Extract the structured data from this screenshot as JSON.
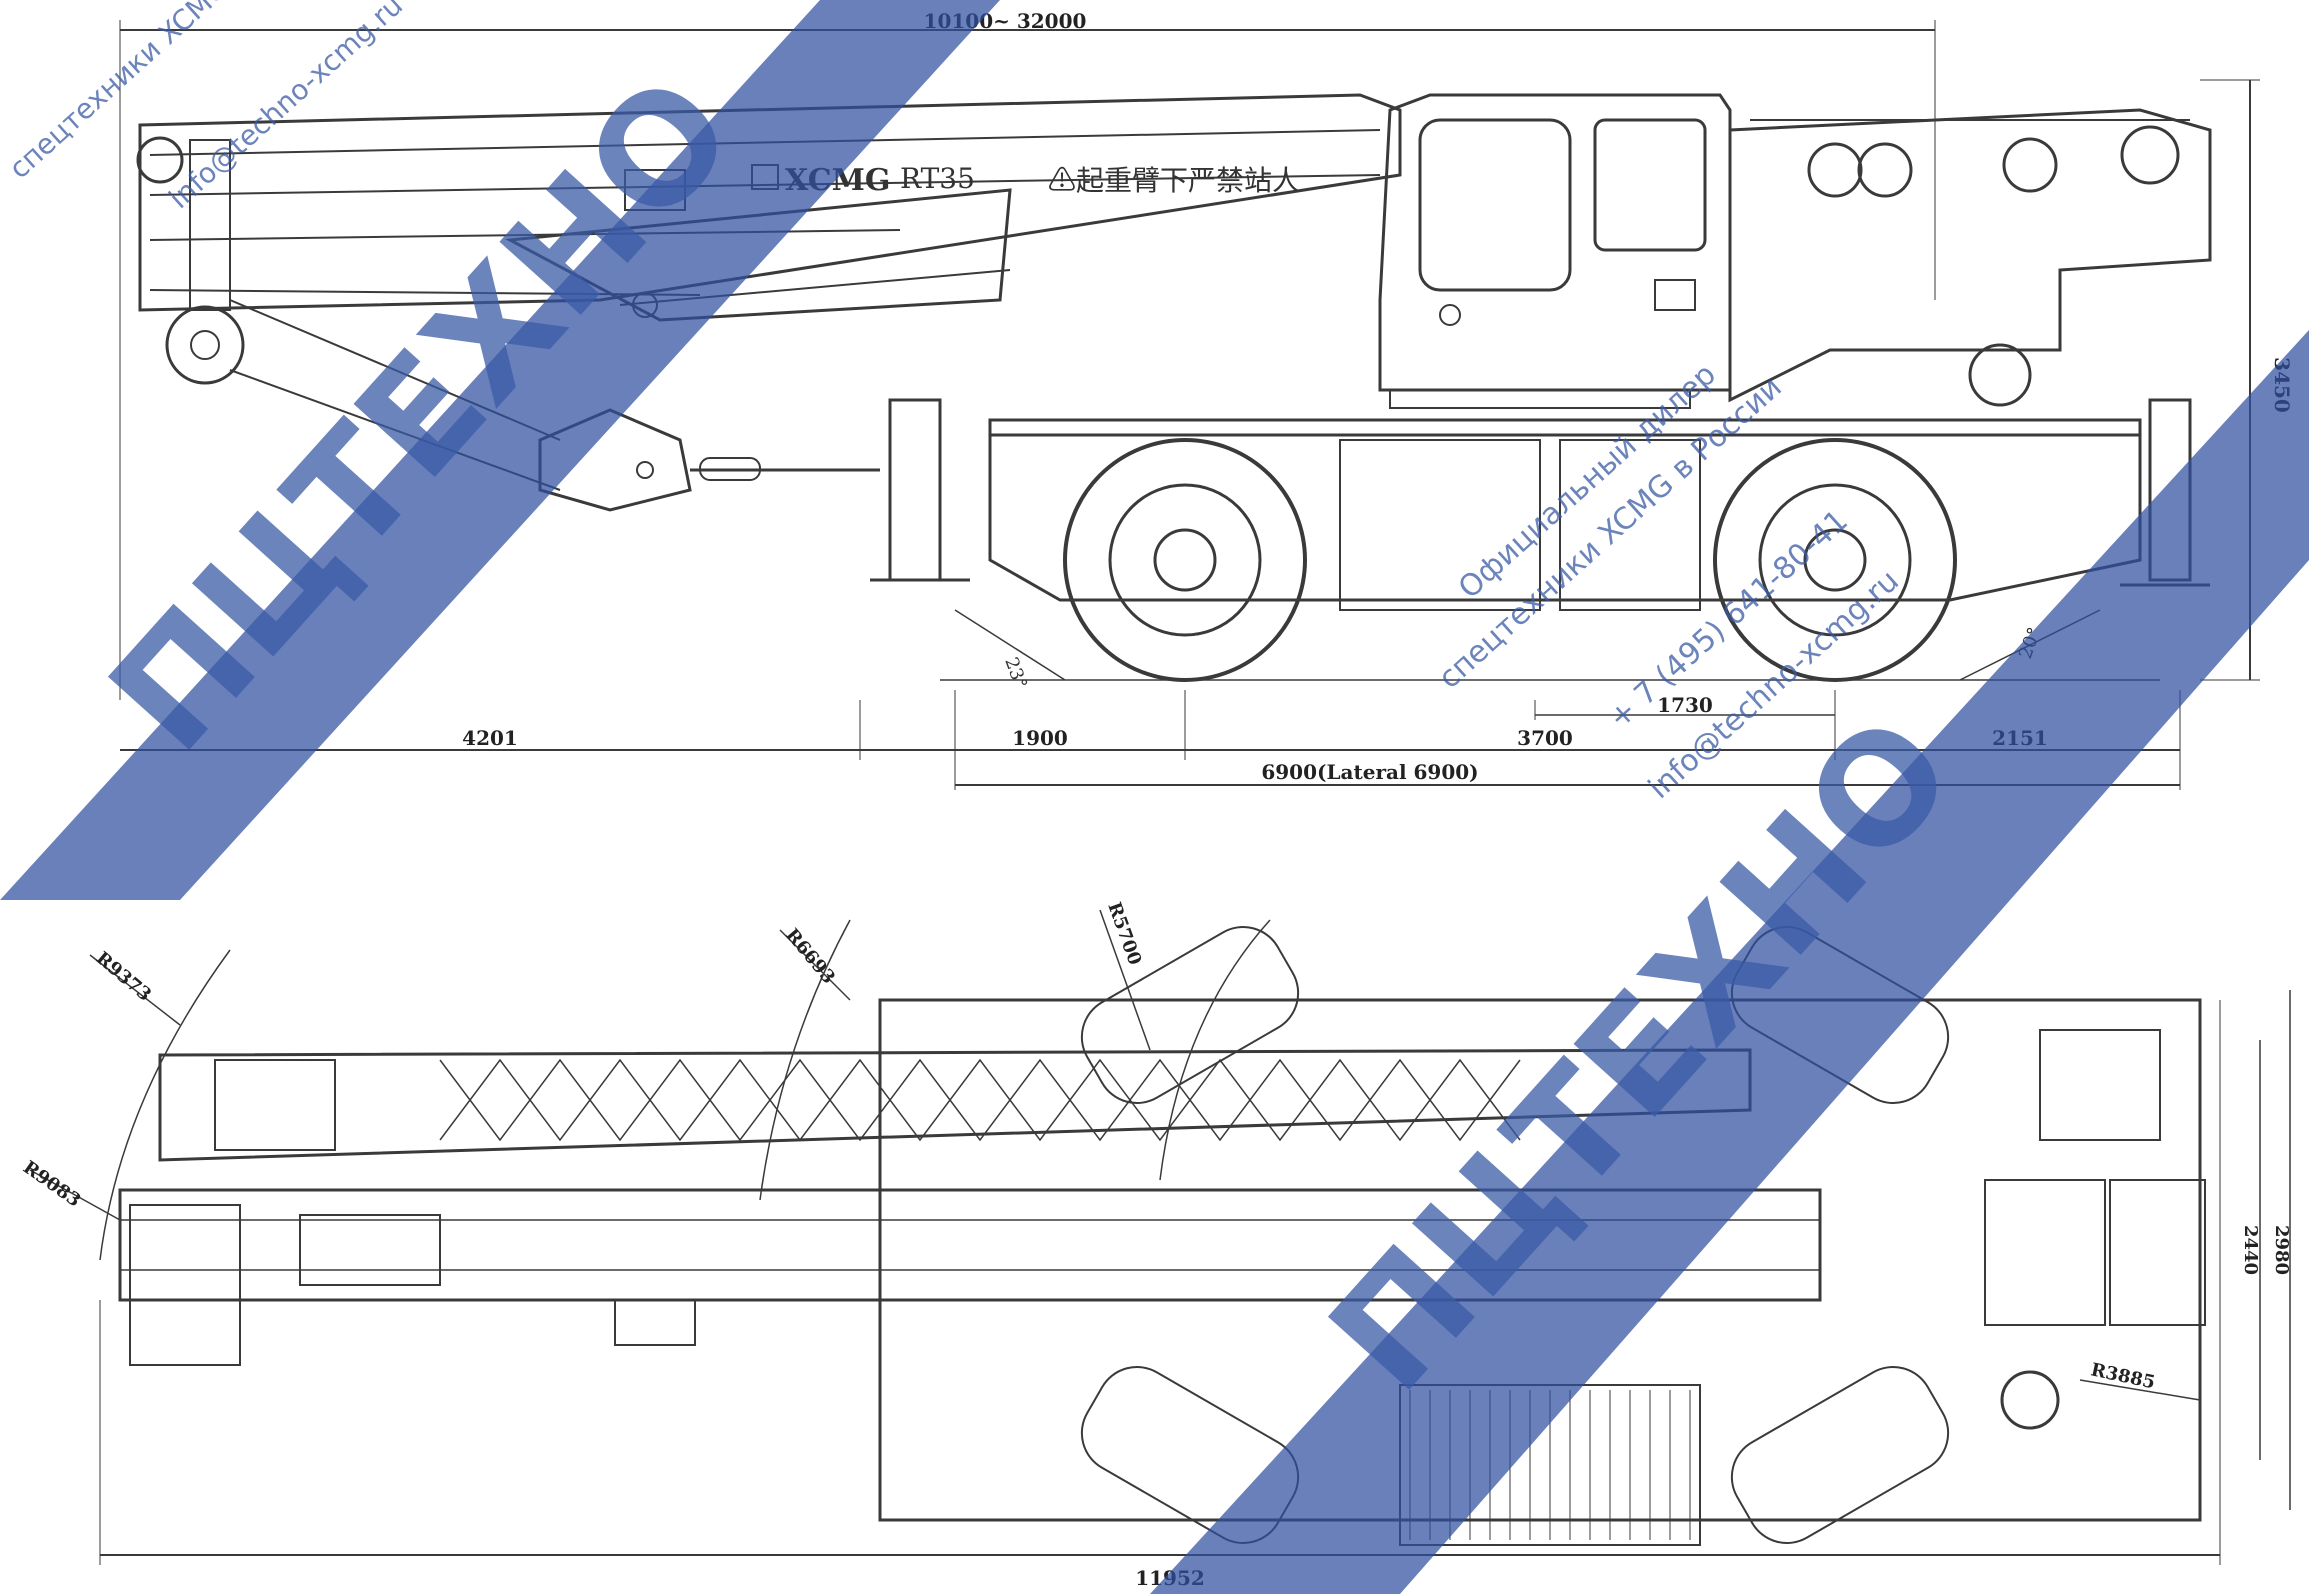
{
  "side_view": {
    "boom_length_range": "10100~ 32000",
    "height": "3450",
    "front_overhang": "4201",
    "front_axle_offset": "1900",
    "wheelbase": "3700",
    "axle_offset_2": "1730",
    "rear_overhang": "2151",
    "outrigger_span": "6900(Lateral 6900)",
    "approach_angle": "23°",
    "departure_angle": "20°",
    "brand": "XCMG",
    "model": "RT35",
    "warning_text": "⚠起重臂下严禁站人"
  },
  "top_view": {
    "radius_1": "R9373",
    "radius_2": "R9083",
    "radius_3": "R6693",
    "radius_4": "R5700",
    "radius_5": "R3885",
    "overall_length": "11952",
    "track_width": "2440",
    "overall_width": "2980"
  },
  "watermarks": {
    "dealer_line_1": "Официальный дилер",
    "dealer_line_2": "спецтехники XCMG в России",
    "phone": "+ 7 (495) 641-80-41",
    "email": "info@techno-xcmg.ru",
    "logo_text": "ПЦТЕХНО"
  },
  "colors": {
    "watermark_blue": "#2f4fa0",
    "line": "#3a3a3a"
  }
}
